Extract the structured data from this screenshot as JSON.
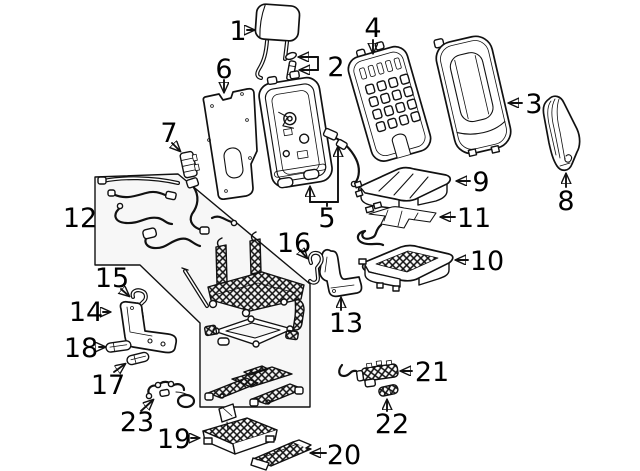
{
  "diagram": {
    "background_color": "#ffffff",
    "line_color": "#111111",
    "inset_panel_fill": "#f7f7f7",
    "callouts": [
      {
        "num": "1"
      },
      {
        "num": "2"
      },
      {
        "num": "3"
      },
      {
        "num": "4"
      },
      {
        "num": "5"
      },
      {
        "num": "6"
      },
      {
        "num": "7"
      },
      {
        "num": "8"
      },
      {
        "num": "9"
      },
      {
        "num": "10"
      },
      {
        "num": "11"
      },
      {
        "num": "12"
      },
      {
        "num": "13"
      },
      {
        "num": "14"
      },
      {
        "num": "15"
      },
      {
        "num": "16"
      },
      {
        "num": "17"
      },
      {
        "num": "18"
      },
      {
        "num": "19"
      },
      {
        "num": "20"
      },
      {
        "num": "21"
      },
      {
        "num": "22"
      },
      {
        "num": "23"
      }
    ]
  }
}
